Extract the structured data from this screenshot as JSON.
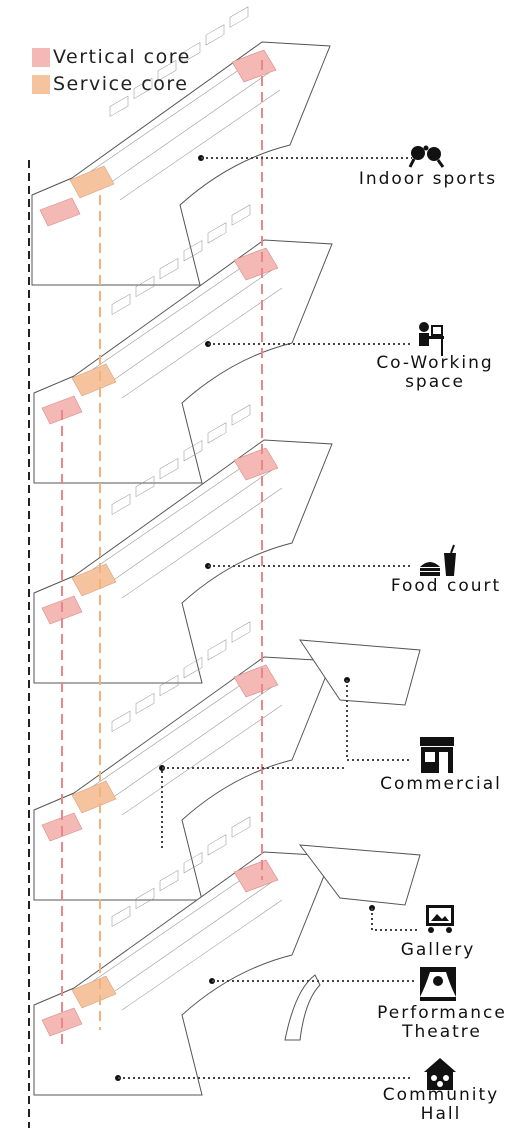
{
  "legend": {
    "vertical_core": {
      "label": "Vertical core",
      "color": "#f4b9b5"
    },
    "service_core": {
      "label": "Service core",
      "color": "#f5c39e"
    }
  },
  "colors": {
    "vertical_core_line": "#e8868a",
    "service_core_line": "#f2b27e",
    "leader_line": "#444444",
    "plan_stroke": "#555555",
    "plan_fill": "#ffffff",
    "arrow": "#f08a3c"
  },
  "floors": [
    {
      "id": "indoor-sports",
      "label": [
        "Indoor sports"
      ],
      "icon": "ping-pong-icon"
    },
    {
      "id": "co-working",
      "label": [
        "Co-Working",
        "space"
      ],
      "icon": "desk-worker-icon"
    },
    {
      "id": "food-court",
      "label": [
        "Food court"
      ],
      "icon": "burger-drink-icon"
    },
    {
      "id": "commercial",
      "label": [
        "Commercial"
      ],
      "icon": "storefront-icon"
    },
    {
      "id": "gallery",
      "label": [
        "Gallery"
      ],
      "icon": "framed-picture-icon"
    },
    {
      "id": "performance-theatre",
      "label": [
        "Performance",
        "Theatre"
      ],
      "icon": "theatre-stage-icon"
    },
    {
      "id": "community-hall",
      "label": [
        "Community",
        "Hall"
      ],
      "icon": "community-people-icon"
    }
  ]
}
